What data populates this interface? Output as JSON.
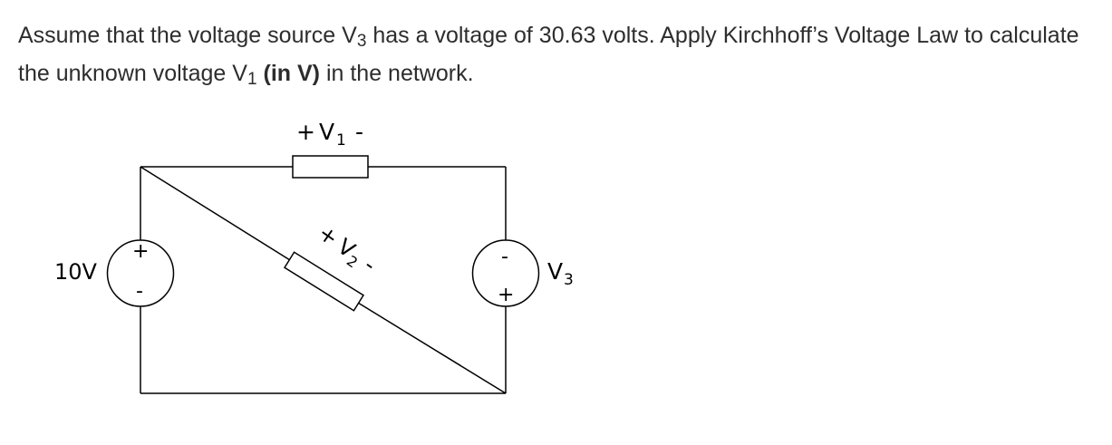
{
  "question": {
    "part1": "Assume that the voltage source V",
    "sub_v3": "3",
    "part2": " has a voltage of 30.63 volts. Apply Kirchhoff’s Voltage Law to calculate the unknown voltage V",
    "sub_v1": "1",
    "bold": "(in V)",
    "part3": " in the network."
  },
  "circuit": {
    "v1_label": {
      "plus": "+",
      "name": "V",
      "sub": "1",
      "minus": "-"
    },
    "v2_label": {
      "plus": "+",
      "name": "V",
      "sub": "2",
      "minus": "-"
    },
    "v3_label": {
      "name": "V",
      "sub": "3"
    },
    "left_source_value": "10V",
    "left_source_plus": "+",
    "left_source_minus": "-",
    "right_source_plus": "+",
    "right_source_minus": "-"
  }
}
